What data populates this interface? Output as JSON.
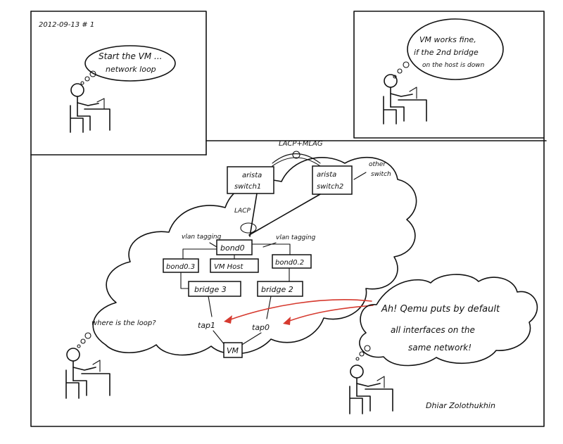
{
  "date_label": "2012-09-13 # 1",
  "panels": {
    "top_left": {
      "speech": [
        "Start the VM ...",
        "network loop"
      ]
    },
    "top_right": {
      "speech": [
        "VM works fine,",
        "if the 2nd bridge",
        "on the host is down"
      ]
    },
    "bottom_left": {
      "speech": [
        "where is the loop?"
      ]
    },
    "bottom_right": {
      "speech": [
        "Ah! Qemu puts by default",
        "all interfaces on the",
        "same network!"
      ]
    }
  },
  "diagram": {
    "mlag_label": "LACP+MLAG",
    "switch1": [
      "arista",
      "switch1"
    ],
    "switch2": [
      "arista",
      "switch2"
    ],
    "other_switch": [
      "other",
      "switch"
    ],
    "lacp_label": "LACP",
    "bond0": "bond0",
    "vlan_tagging_left": "vlan tagging",
    "vlan_tagging_right": "vlan tagging",
    "bond0_3": "bond0.3",
    "vm_host": "VM Host",
    "bond0_2": "bond0.2",
    "bridge_left": "bridge 3",
    "bridge_right": "bridge 2",
    "tap1": "tap1",
    "tap0": "tap0",
    "vm": "VM"
  },
  "signature": "Dhiar Zolothukhin",
  "colors": {
    "ink": "#111111",
    "red_arrow": "#d63a2f",
    "paper": "#ffffff"
  }
}
